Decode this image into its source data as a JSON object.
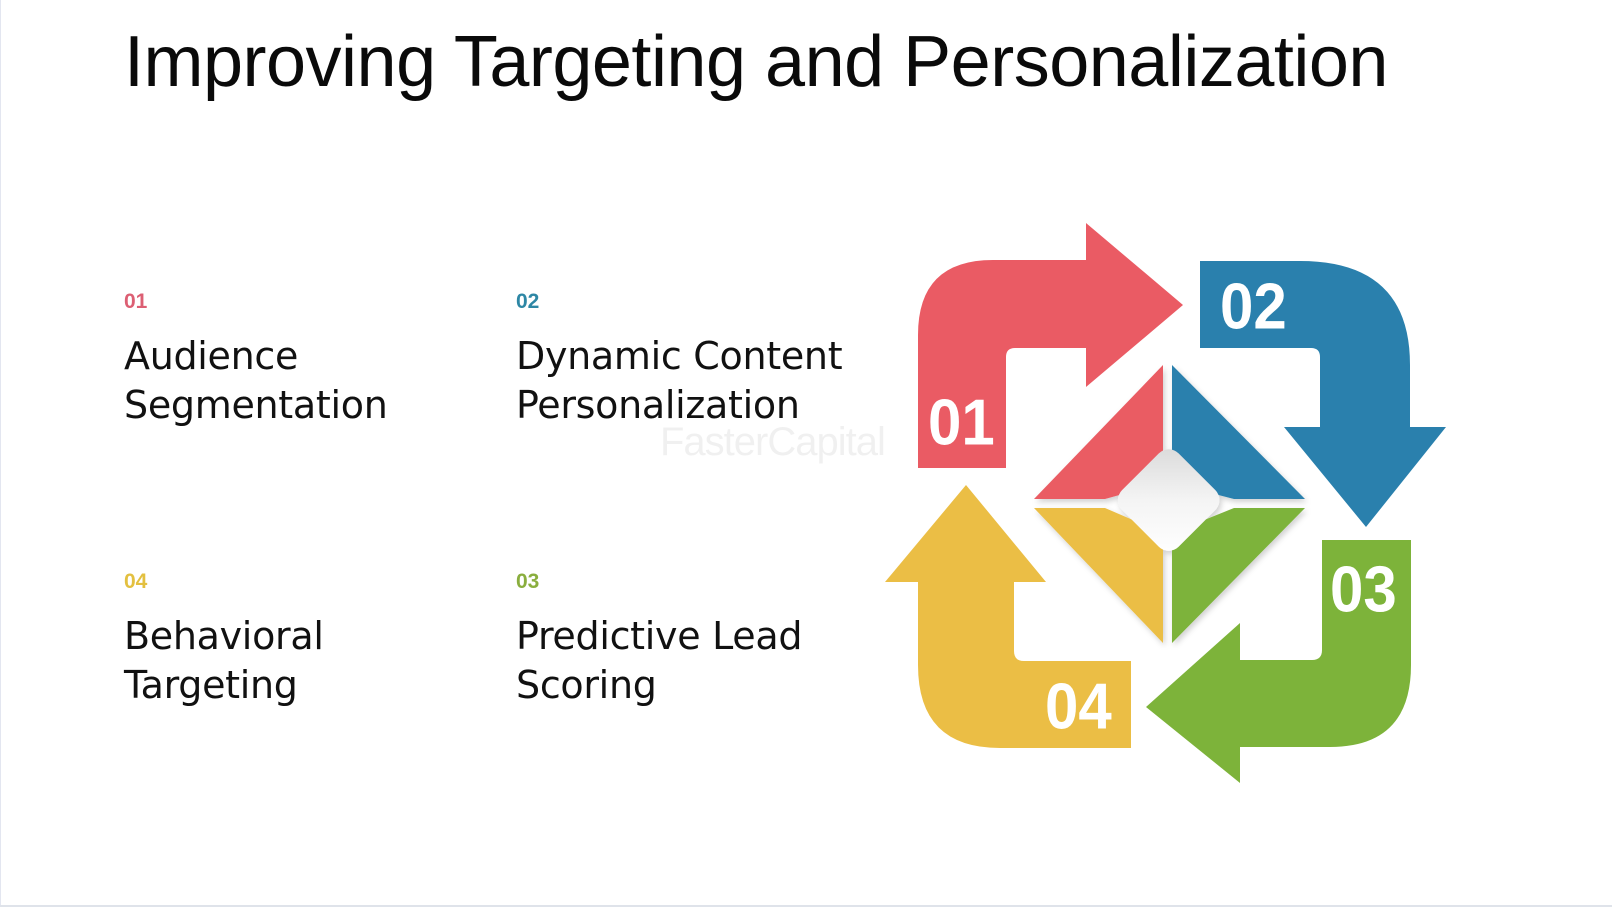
{
  "slide": {
    "title": "Improving Targeting and Personalization",
    "watermark": "FasterCapital"
  },
  "items": [
    {
      "number": "01",
      "line1": "Audience",
      "line2": "Segmentation",
      "color": "#e05a6a"
    },
    {
      "number": "02",
      "line1": "Dynamic Content",
      "line2": "Personalization",
      "color": "#2b88a8"
    },
    {
      "number": "03",
      "line1": "Predictive Lead",
      "line2": "Scoring",
      "color": "#86b13a"
    },
    {
      "number": "04",
      "line1": "Behavioral",
      "line2": "Targeting",
      "color": "#e9c23e"
    }
  ],
  "diagram": {
    "badges": [
      "01",
      "02",
      "03",
      "04"
    ],
    "colors": {
      "red": "#ea5b64",
      "blue": "#2a80ad",
      "green": "#7db33a",
      "yellow": "#ebbe45",
      "center": "#efefef"
    }
  }
}
